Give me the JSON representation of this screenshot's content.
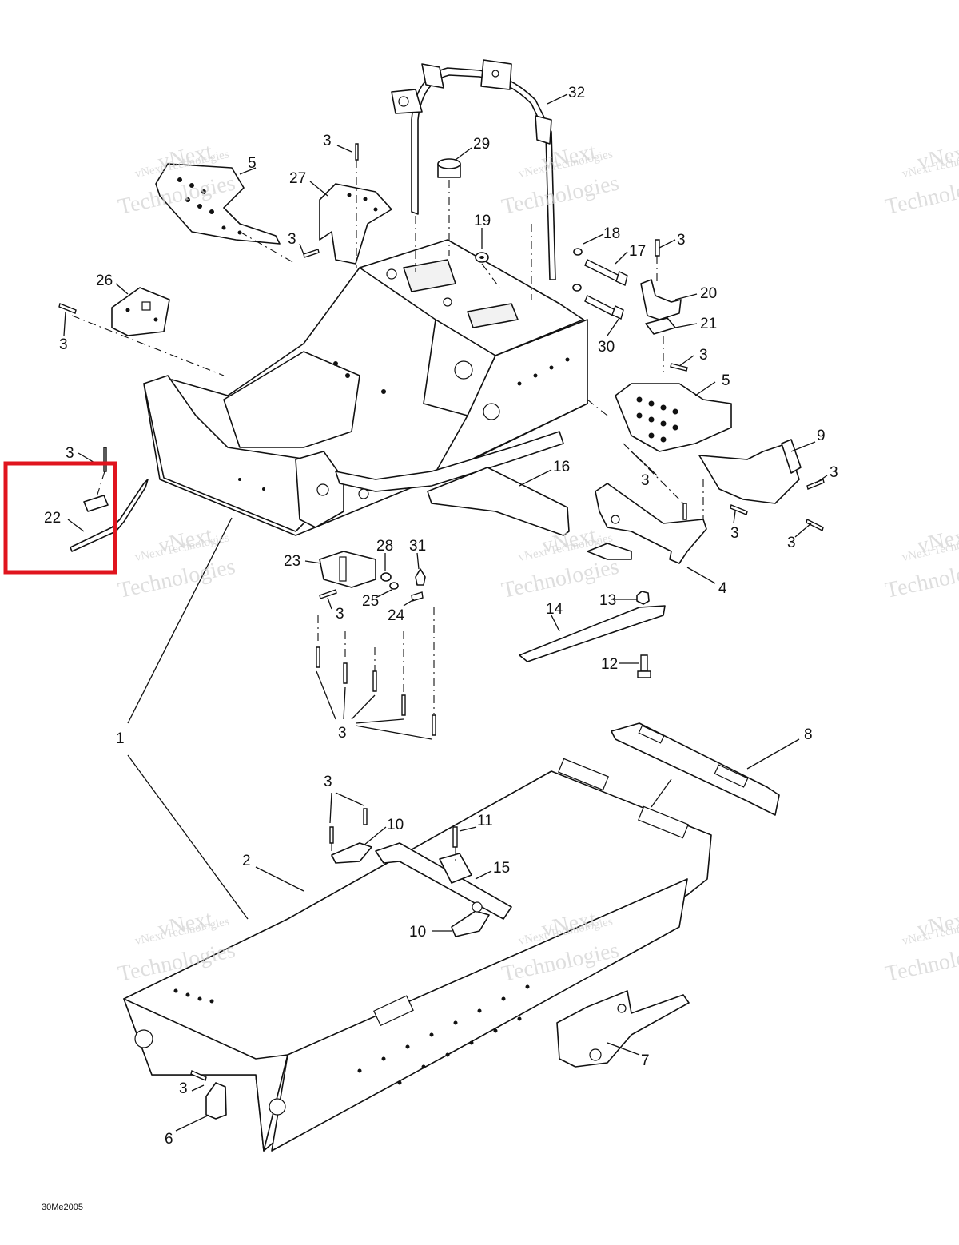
{
  "diagram": {
    "figure_code": "30Me2005",
    "watermark": {
      "line1": "vNext Technologies",
      "line2": "Technologies",
      "overlay": "vNext"
    },
    "highlighted_part": "22",
    "callouts": {
      "c1": "1",
      "c2": "2",
      "c3a": "3",
      "c3b": "3",
      "c3c": "3",
      "c3d": "3",
      "c3e": "3",
      "c3f": "3",
      "c3g": "3",
      "c3h": "3",
      "c3i": "3",
      "c3j": "3",
      "c3k": "3",
      "c3l": "3",
      "c3m": "3",
      "c3n": "3",
      "c3o": "3",
      "c4": "4",
      "c5a": "5",
      "c5b": "5",
      "c6": "6",
      "c7": "7",
      "c8": "8",
      "c9": "9",
      "c10a": "10",
      "c10b": "10",
      "c11": "11",
      "c12": "12",
      "c13": "13",
      "c14": "14",
      "c15": "15",
      "c16": "16",
      "c17": "17",
      "c18": "18",
      "c19": "19",
      "c20": "20",
      "c21": "21",
      "c22": "22",
      "c23": "23",
      "c24": "24",
      "c25": "25",
      "c26": "26",
      "c27": "27",
      "c28": "28",
      "c29": "29",
      "c30": "30",
      "c31": "31",
      "c32": "32"
    }
  }
}
